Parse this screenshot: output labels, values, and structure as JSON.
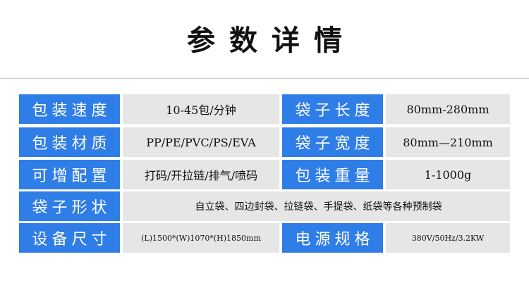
{
  "header": {
    "title": "参数详情"
  },
  "specs": {
    "packing_speed": {
      "label": "包装速度",
      "value": "10-45包/分钟"
    },
    "bag_length": {
      "label": "袋子长度",
      "value": "80mm-280mm"
    },
    "packing_material": {
      "label": "包装材质",
      "value": "PP/PE/PVC/PS/EVA"
    },
    "bag_width": {
      "label": "袋子宽度",
      "value": "80mm—210mm"
    },
    "optional_config": {
      "label": "可增配置",
      "value": "打码/开拉链/排气/喷码"
    },
    "packing_weight": {
      "label": "包装重量",
      "value": "1-1000g"
    },
    "bag_shape": {
      "label": "袋子形状",
      "value": "自立袋、四边封袋、拉链袋、手提袋、纸袋等各种预制袋"
    },
    "equipment_size": {
      "label": "设备尺寸",
      "value": "(L)1500*(W)1070*(H)1850mm"
    },
    "power_spec": {
      "label": "电源规格",
      "value": "380V/50Hz/3.2KW"
    }
  }
}
